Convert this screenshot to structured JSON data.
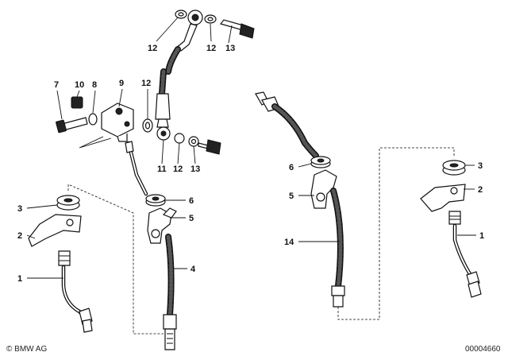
{
  "callouts": {
    "c12a": "12",
    "c12b": "12",
    "c13a": "13",
    "c7": "7",
    "c10": "10",
    "c8": "8",
    "c9": "9",
    "c12c": "12",
    "c11": "11",
    "c12d": "12",
    "c13b": "13",
    "c6a": "6",
    "c5a": "5",
    "c4": "4",
    "c3a": "3",
    "c2a": "2",
    "c1a": "1",
    "c6b": "6",
    "c5b": "5",
    "c14": "14",
    "c3b": "3",
    "c2b": "2",
    "c1b": "1"
  },
  "footer": {
    "brand": "© BMW AG",
    "part_number": "00004660"
  }
}
